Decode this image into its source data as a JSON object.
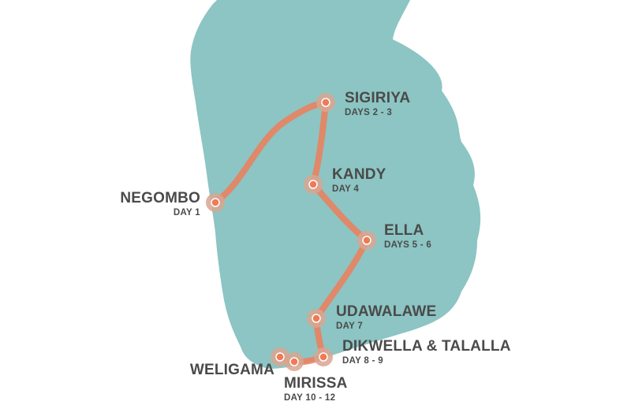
{
  "colors": {
    "island": "#8cc5c3",
    "route": "#ef7d5b",
    "stop_halo": "#d8a691",
    "stop_dot": "#f07a55",
    "text": "#4a4a4a"
  },
  "stops": [
    {
      "id": "negombo",
      "name": "NEGOMBO",
      "days": "DAY 1"
    },
    {
      "id": "sigiriya",
      "name": "SIGIRIYA",
      "days": "DAYS 2 - 3"
    },
    {
      "id": "kandy",
      "name": "KANDY",
      "days": "DAY 4"
    },
    {
      "id": "ella",
      "name": "ELLA",
      "days": "DAYS 5 - 6"
    },
    {
      "id": "udawalawe",
      "name": "UDAWALAWE",
      "days": "DAY 7"
    },
    {
      "id": "dikwella",
      "name": "DIKWELLA & TALALLA",
      "days": "DAY 8 - 9"
    },
    {
      "id": "mirissa",
      "name": "MIRISSA",
      "days": "DAY 10 - 12"
    },
    {
      "id": "weligama",
      "name": "WELIGAMA",
      "days": ""
    }
  ]
}
